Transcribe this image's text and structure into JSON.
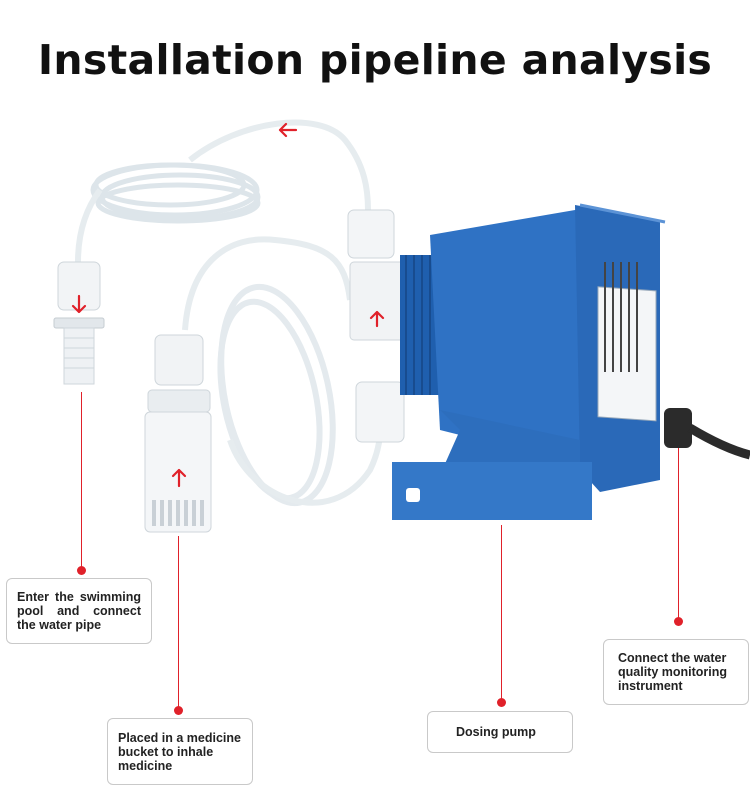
{
  "title": "Installation pipeline analysis",
  "callouts": {
    "pool": "Enter the swimming pool and connect the water pipe",
    "bucket": "Placed in a medicine bucket to inhale medicine",
    "pump": "Dosing pump",
    "monitor": "Connect the water quality monitoring instrument"
  },
  "colors": {
    "accent": "#e0212a",
    "pump_body": "#2b6fc2",
    "tubing": "#eef2f5"
  },
  "icons": [
    "flow-arrow-icon"
  ]
}
